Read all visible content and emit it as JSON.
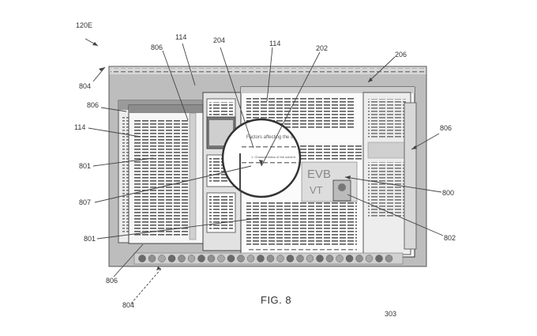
{
  "figure": {
    "caption": "FIG. 8",
    "page_number": "303",
    "doc_heading": "Factors affecting the solubility",
    "doc_subheading": "1. Characteristics of the solvent"
  },
  "labels": {
    "l120E": "120E",
    "l804_top": "804",
    "l806_top": "806",
    "l114_top": "114",
    "l204": "204",
    "l114_mid": "114",
    "l202": "202",
    "l206": "206",
    "l806_left": "806",
    "l114_left": "114",
    "l801_upper": "801",
    "l807": "807",
    "l801_lower": "801",
    "l806_bottom": "806",
    "l804_bottom": "804",
    "l806_right": "806",
    "l800": "800",
    "l802": "802"
  },
  "colors": {
    "line": "#444444",
    "window_fill": "#f4f4f4",
    "screen_fill": "#b9b9b9"
  }
}
